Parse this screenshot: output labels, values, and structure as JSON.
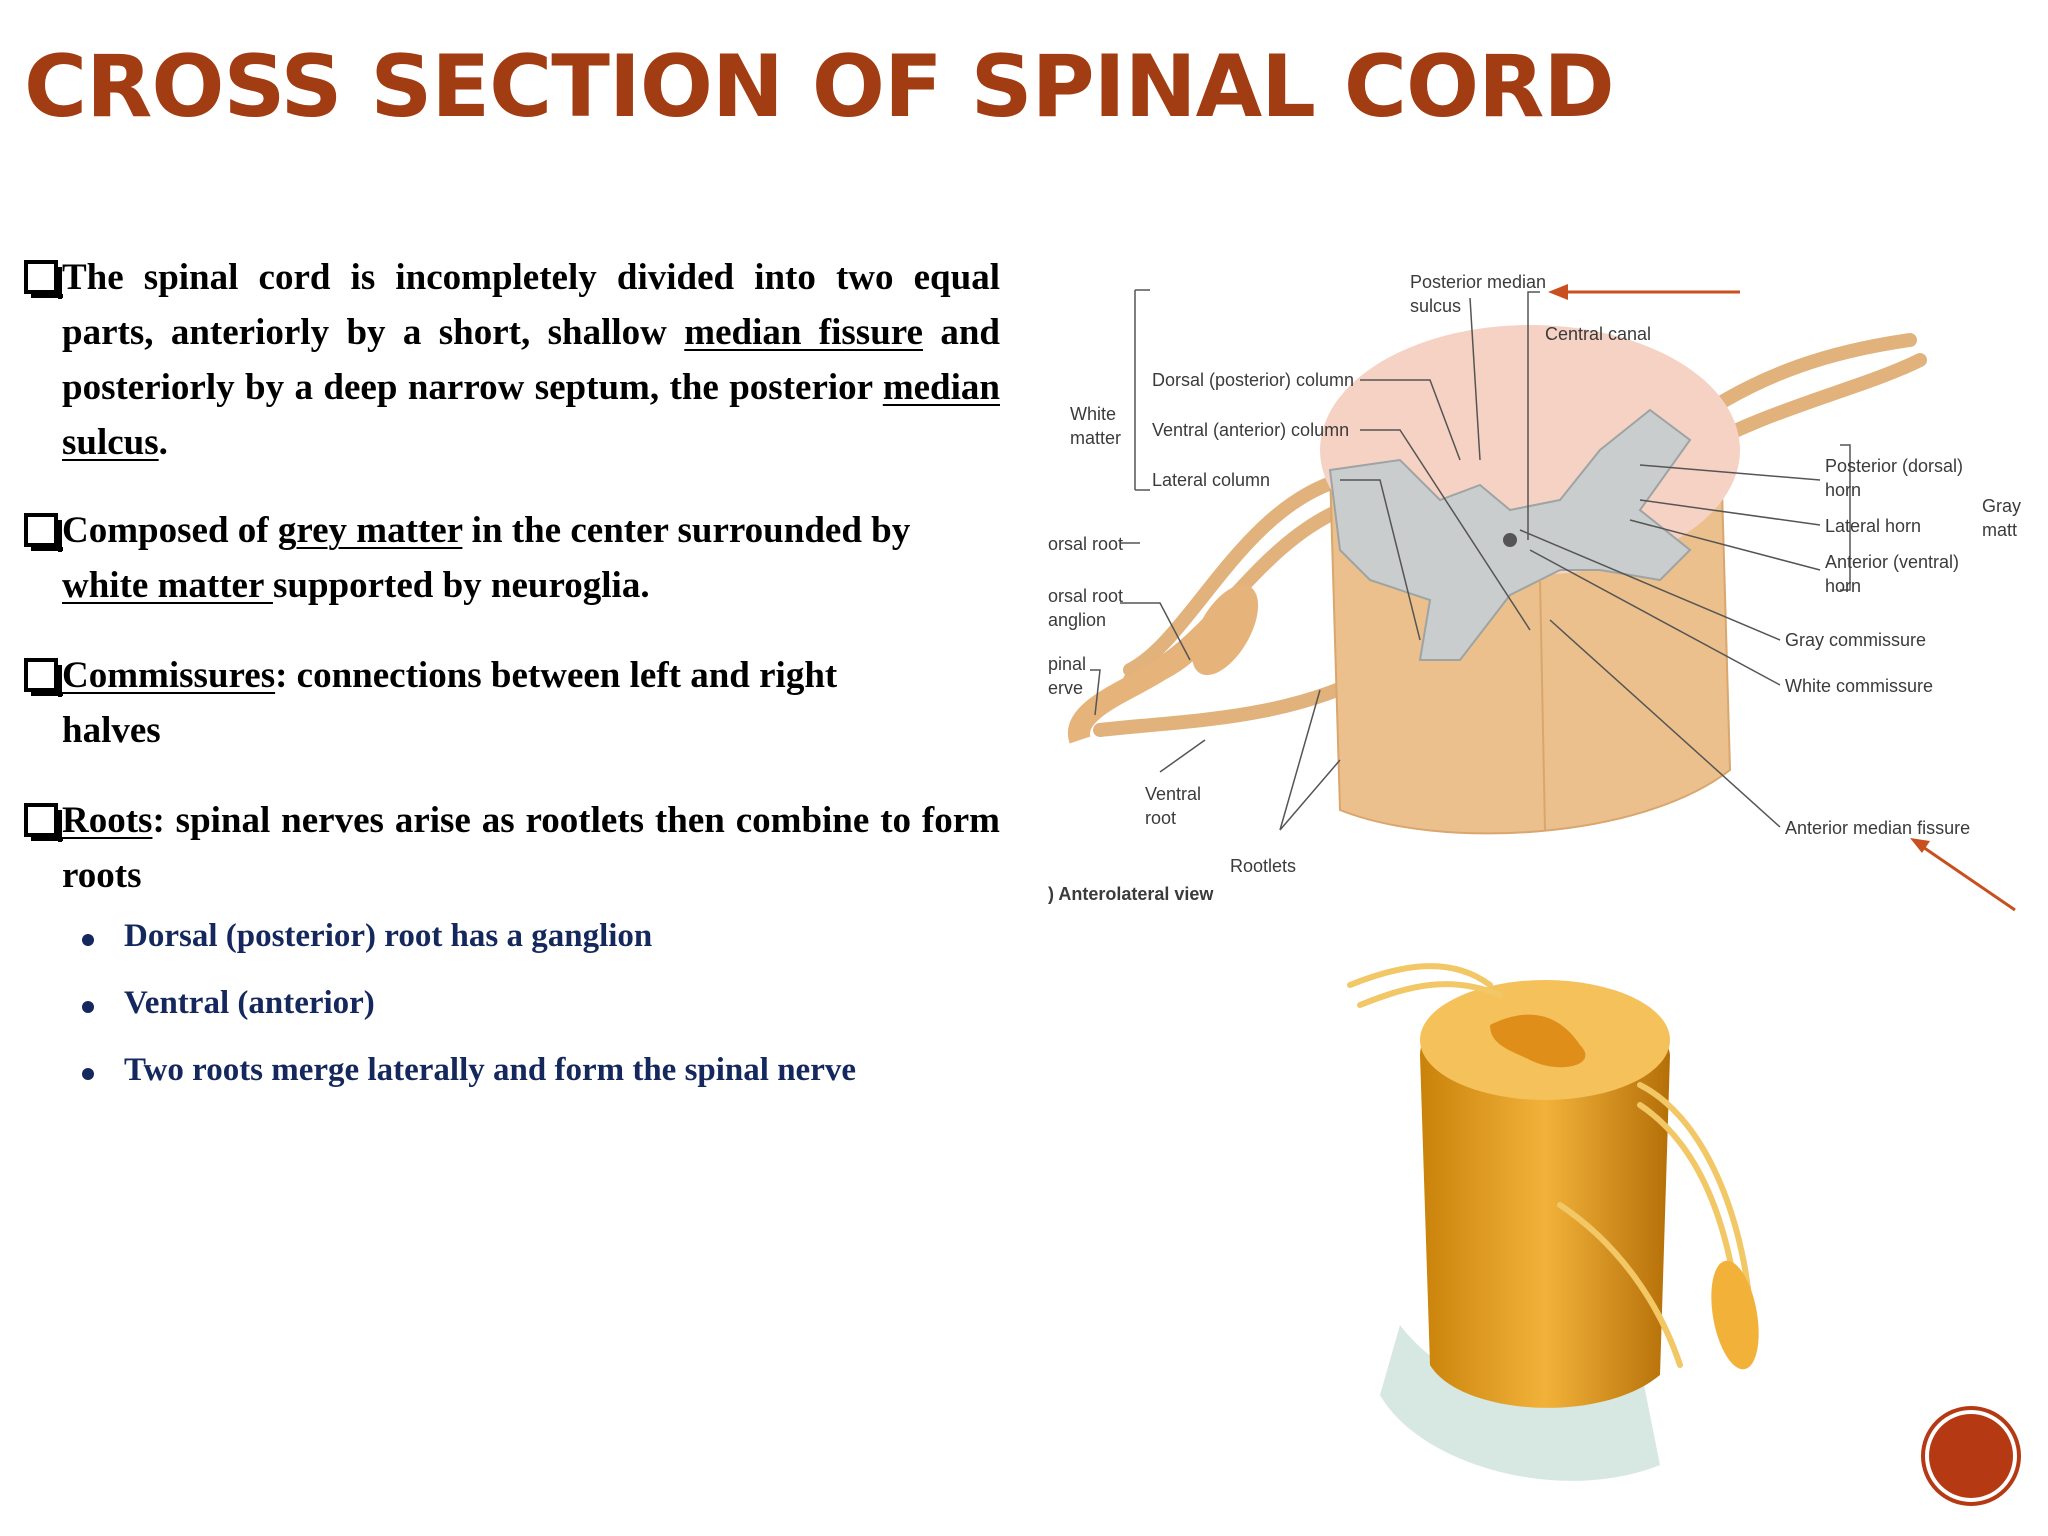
{
  "slide": {
    "title": "CROSS SECTION OF SPINAL CORD",
    "bullets": [
      {
        "text_start": "The spinal cord is incompletely divided into two equal parts, anteriorly by a short, shallow ",
        "term1": "median fissure",
        "text_middle": " and posteriorly by a deep narrow septum, the posterior ",
        "term2": "median sulcus",
        "text_end": "."
      },
      {
        "text_start": "Composed of ",
        "term1": "grey matter",
        "text_middle": " in the center surrounded by ",
        "term2": "white matter ",
        "text_end": "supported by neuroglia."
      },
      {
        "term1": "Commissures",
        "text_end": ": connections between left and right halves"
      },
      {
        "term1": "Roots",
        "text_end": ": spinal nerves arise as rootlets then combine to form roots"
      }
    ],
    "sub_bullets": [
      "Dorsal (posterior) root has a ganglion",
      "Ventral (anterior)",
      "Two roots merge laterally and form the spinal nerve"
    ]
  },
  "diagram": {
    "labels": {
      "posterior_median_sulcus_1": "Posterior median",
      "posterior_median_sulcus_2": "sulcus",
      "central_canal": "Central canal",
      "dorsal_column": "Dorsal (posterior) column",
      "ventral_column": "Ventral (anterior) column",
      "lateral_column": "Lateral column",
      "white_matter_1": "White",
      "white_matter_2": "matter",
      "dorsal_root": "orsal root",
      "dorsal_root_ganglion_1": "orsal root",
      "dorsal_root_ganglion_2": "anglion",
      "spinal_nerve_1": "pinal",
      "spinal_nerve_2": "erve",
      "posterior_horn_1": "Posterior (dorsal)",
      "posterior_horn_2": "horn",
      "lateral_horn": "Lateral horn",
      "anterior_horn_1": "Anterior (ventral)",
      "anterior_horn_2": "horn",
      "gray_matter_1": "Gray",
      "gray_matter_2": "matt",
      "gray_commissure": "Gray commissure",
      "white_commissure": "White commissure",
      "ventral_root_1": "Ventral",
      "ventral_root_2": "root",
      "rootlets": "Rootlets",
      "anterior_median_fissure": "Anterior median fissure",
      "view": ") Anterolateral view"
    },
    "colors": {
      "cord": "#EBC08C",
      "white_matter_top": "#F6D2C4",
      "gray_matter": "#C9CDCD",
      "pointer_arrow": "#C8501E"
    }
  },
  "theme": {
    "title_color": "#A23C12",
    "sub_bullet_color": "#15285E",
    "button_color": "#B53A14"
  }
}
